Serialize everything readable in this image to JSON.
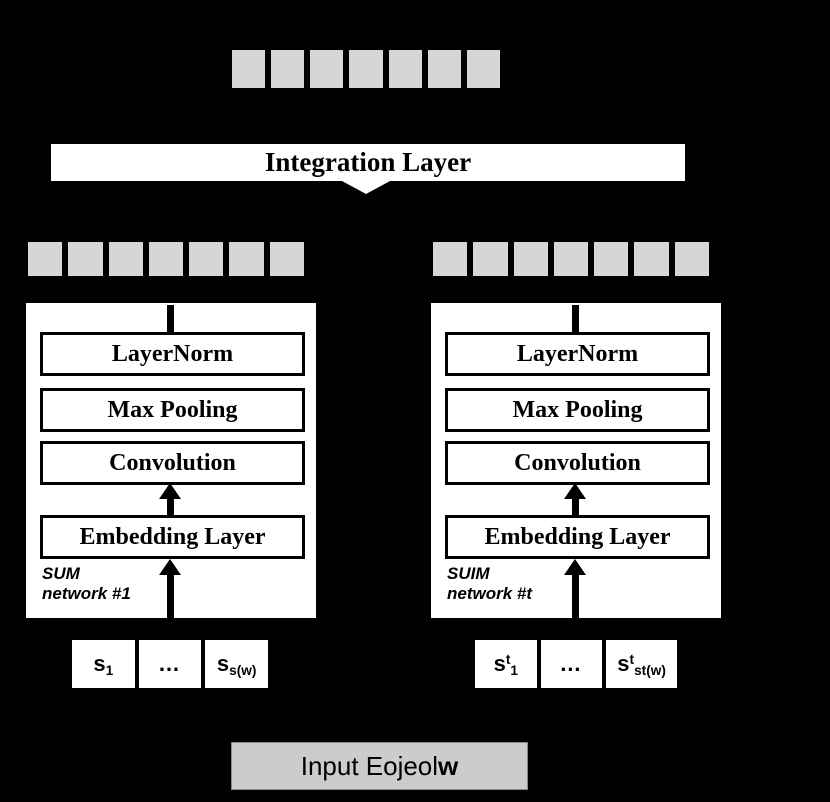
{
  "figure": {
    "title": "SUM/SUIM subword network architecture for an input eojeol",
    "background_color": "#000000",
    "cell_color": "#d6d6d6",
    "box_color": "#ffffff",
    "input_box_color": "#cccccc"
  },
  "output_vector": {
    "name": "eojeol-representation-vector",
    "cell_count": 7
  },
  "integration_layer": {
    "label": "Integration Layer"
  },
  "branches": [
    {
      "id": "left",
      "vector": {
        "cell_count": 7
      },
      "caption": "SUM\nnetwork #1",
      "stages": [
        {
          "label": "LayerNorm"
        },
        {
          "label": "Max Pooling"
        },
        {
          "label": "Convolution"
        },
        {
          "label": "Embedding Layer"
        }
      ],
      "tokens": [
        {
          "base": "s",
          "sup": "",
          "sub": "1"
        },
        {
          "base": "…",
          "sup": "",
          "sub": ""
        },
        {
          "base": "s",
          "sup": "",
          "sub": "s(w)"
        }
      ]
    },
    {
      "id": "right",
      "vector": {
        "cell_count": 7
      },
      "caption": "SUIM\nnetwork #t",
      "stages": [
        {
          "label": "LayerNorm"
        },
        {
          "label": "Max Pooling"
        },
        {
          "label": "Convolution"
        },
        {
          "label": "Embedding Layer"
        }
      ],
      "tokens": [
        {
          "base": "s",
          "sup": "t",
          "sub": "1"
        },
        {
          "base": "…",
          "sup": "",
          "sub": ""
        },
        {
          "base": "s",
          "sup": "t",
          "sub": "st(w)"
        }
      ]
    }
  ],
  "input": {
    "prefix": "Input Eojeol ",
    "symbol": "w"
  }
}
